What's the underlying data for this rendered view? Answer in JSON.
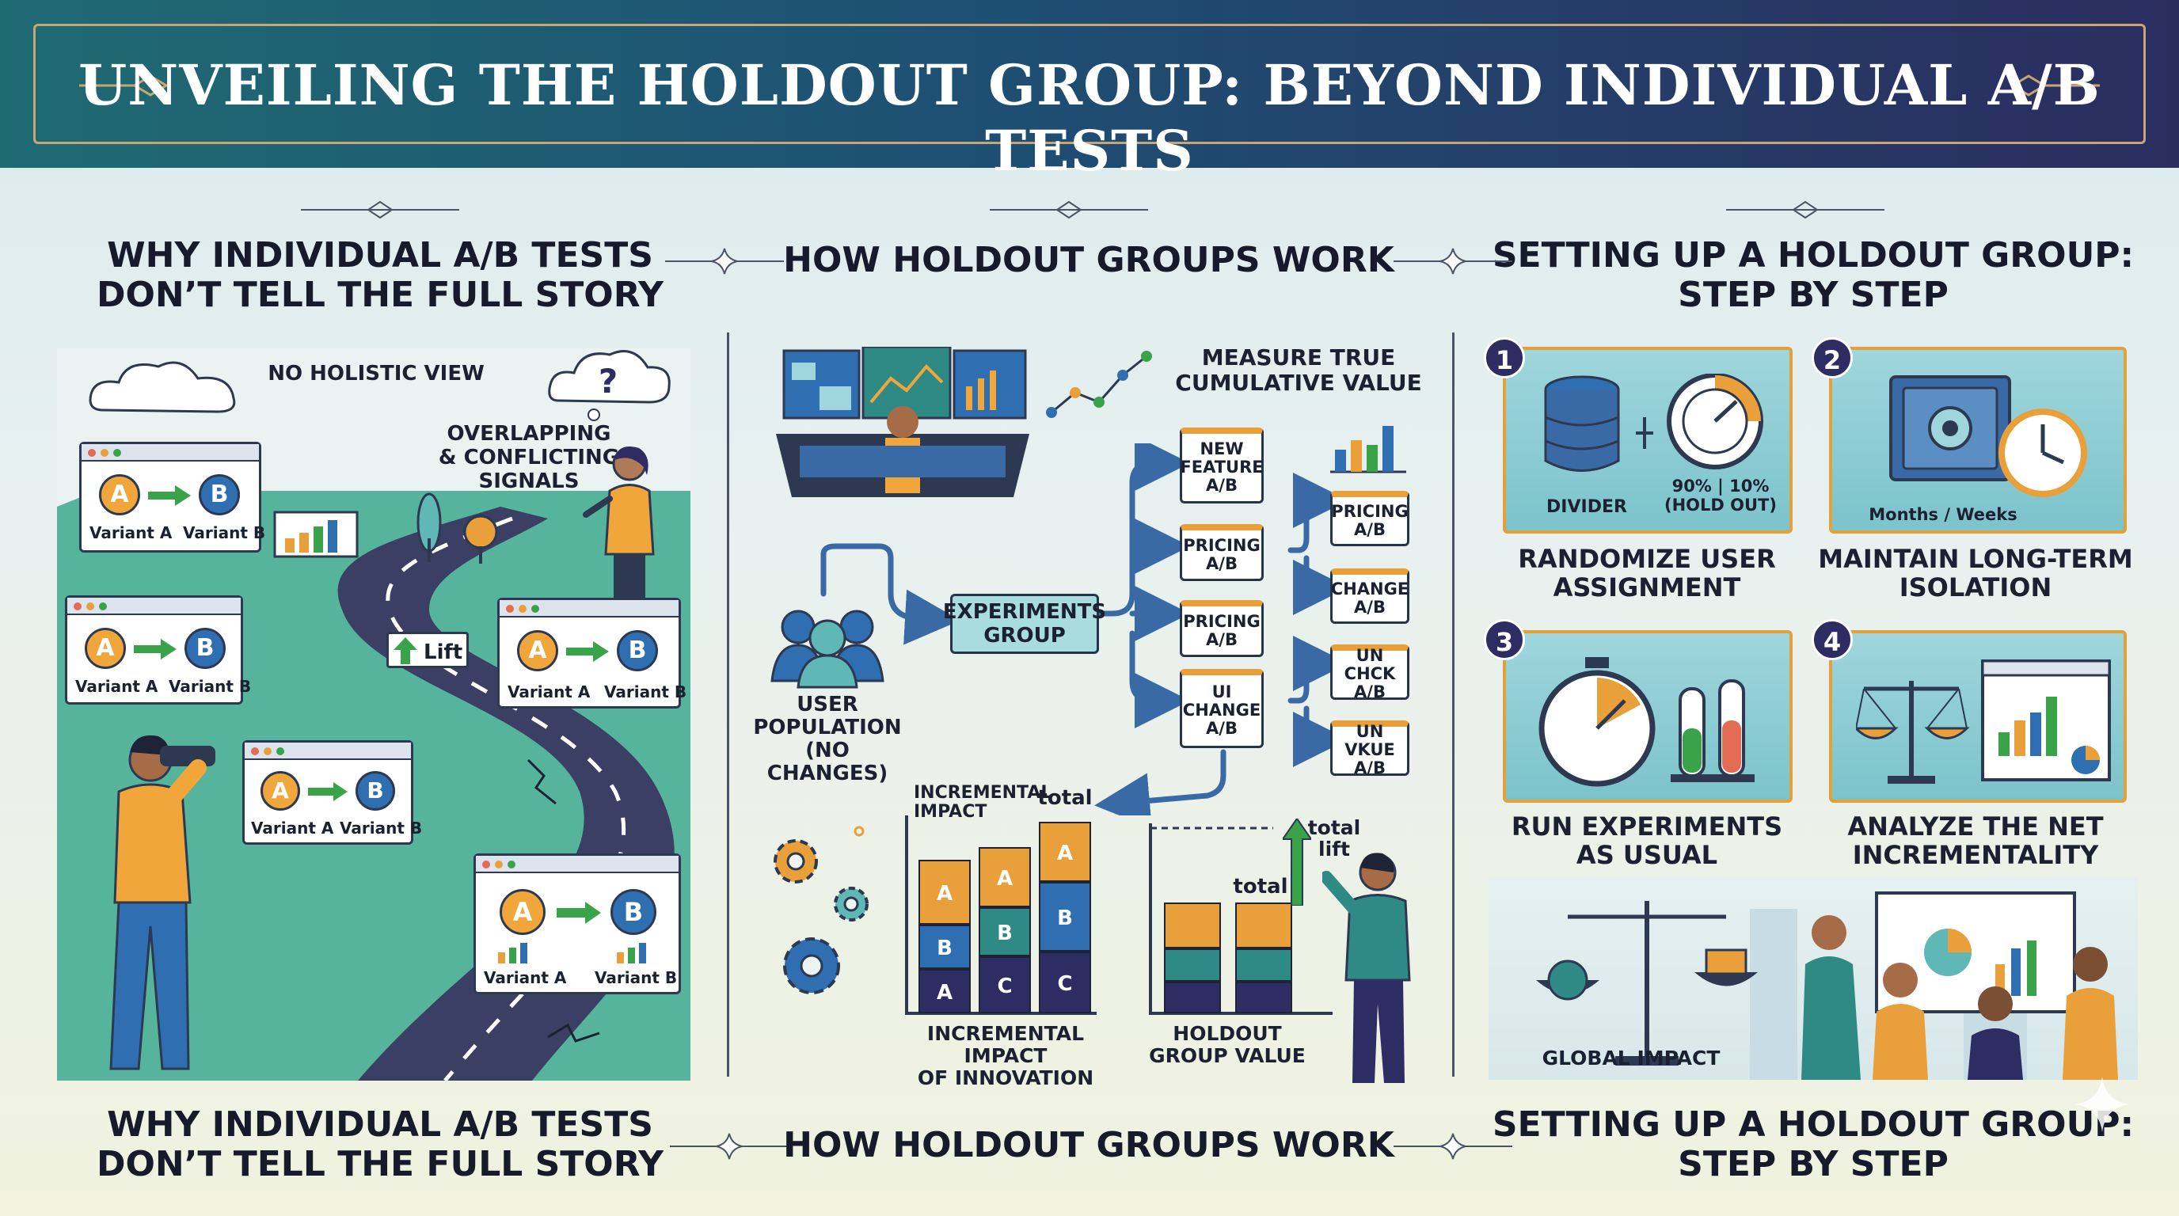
{
  "title": "UNVEILING THE HOLDOUT GROUP: BEYOND INDIVIDUAL A/B TESTS",
  "columns": {
    "left": {
      "heading_line1": "WHY INDIVIDUAL A/B TESTS",
      "heading_line2": "DON’T TELL THE FULL STORY"
    },
    "middle": {
      "heading": "HOW HOLDOUT GROUPS WORK"
    },
    "right": {
      "heading_line1": "SETTING UP A HOLDOUT GROUP:",
      "heading_line2": "STEP BY STEP"
    }
  },
  "left_panel": {
    "no_holistic_view": "NO HOLISTIC VIEW",
    "overlap_line1": "OVERLAPPING",
    "overlap_line2": "& CONFLICTING",
    "overlap_line3": "SIGNALS",
    "lift": "Lift",
    "variant_a_letter": "A",
    "variant_b_letter": "B",
    "variant_a": "Variant A",
    "variant_b": "Variant B"
  },
  "middle_panel": {
    "measure_line1": "MEASURE TRUE",
    "measure_line2": "CUMULATIVE VALUE",
    "user_line1": "USER",
    "user_line2": "POPULATION",
    "user_line3": "(NO CHANGES)",
    "experiments_group_line1": "EXPERIMENTS",
    "experiments_group_line2": "GROUP",
    "experiments": [
      {
        "line1": "NEW",
        "line2": "FEATURE",
        "line3": "A/B"
      },
      {
        "line1": "PRICING",
        "line2": "A/B",
        "line3": ""
      },
      {
        "line1": "PRICING",
        "line2": "A/B",
        "line3": ""
      },
      {
        "line1": "UI",
        "line2": "CHANGE",
        "line3": "A/B"
      }
    ],
    "sub_experiments": [
      {
        "line1": "PRICING",
        "line2": "A/B"
      },
      {
        "line1": "CHANGE",
        "line2": "A/B"
      },
      {
        "line1": "UN CHCK",
        "line2": "A/B"
      },
      {
        "line1": "UN VKUE",
        "line2": "A/B"
      }
    ],
    "incremental_line1": "INCREMENTAL",
    "incremental_line2": "IMPACT",
    "total": "total",
    "total_lift_line1": "total",
    "total_lift_line2": "lift",
    "chart1_caption_line1": "INCREMENTAL IMPACT",
    "chart1_caption_line2": "OF INNOVATION",
    "chart2_caption_line1": "HOLDOUT",
    "chart2_caption_line2": "GROUP VALUE",
    "seg_a": "A",
    "seg_b": "B",
    "seg_c": "C"
  },
  "steps": [
    {
      "num": "1",
      "title_line1": "RANDOMIZE USER",
      "title_line2": "ASSIGNMENT",
      "label1": "DIVIDER",
      "label2": "90% | 10%",
      "label3": "(HOLD OUT)"
    },
    {
      "num": "2",
      "title_line1": "MAINTAIN LONG-TERM",
      "title_line2": "ISOLATION",
      "label1": "Months / Weeks",
      "label2": "",
      "label3": ""
    },
    {
      "num": "3",
      "title_line1": "RUN EXPERIMENTS",
      "title_line2": "AS USUAL",
      "label1": "",
      "label2": "",
      "label3": ""
    },
    {
      "num": "4",
      "title_line1": "ANALYZE THE NET",
      "title_line2": "INCREMENTALITY",
      "label1": "",
      "label2": "",
      "label3": ""
    }
  ],
  "global_impact": "GLOBAL IMPACT",
  "footer": {
    "left_line1": "WHY INDIVIDUAL A/B TESTS",
    "left_line2": "DON’T TELL THE FULL STORY",
    "middle": "HOW HOLDOUT GROUPS WORK",
    "right_line1": "SETTING UP A HOLDOUT GROUP:",
    "right_line2": "STEP BY STEP"
  },
  "colors": {
    "banner_start": "#1f6b72",
    "banner_end": "#2b2d5f",
    "gold": "#c9a574",
    "orange": "#e9a03b",
    "teal": "#5fb8b5",
    "navy": "#2d2c63",
    "green_arrow": "#3aa34a"
  }
}
